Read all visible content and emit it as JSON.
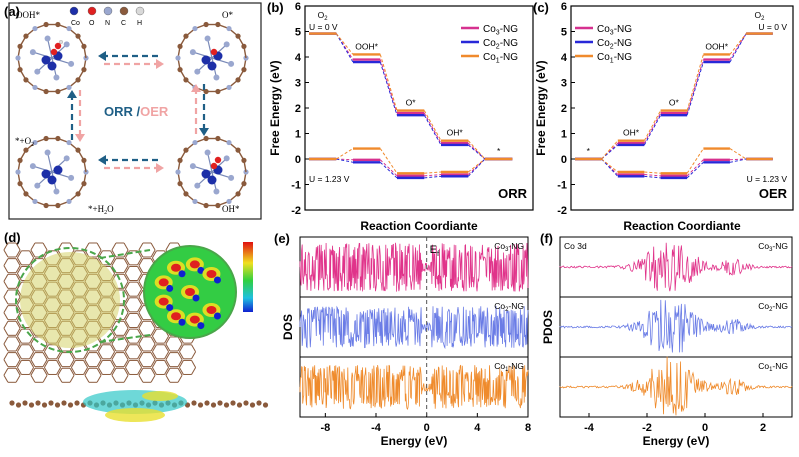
{
  "panel_labels": {
    "a": "(a)",
    "b": "(b)",
    "c": "(c)",
    "d": "(d)",
    "e": "(e)",
    "f": "(f)"
  },
  "scheme": {
    "legend": [
      {
        "symbol": "Co",
        "color": "#1d2fa8"
      },
      {
        "symbol": "O",
        "color": "#e02020"
      },
      {
        "symbol": "N",
        "color": "#9aa7cf"
      },
      {
        "symbol": "C",
        "color": "#8a5a3c"
      },
      {
        "symbol": "H",
        "color": "#d9d9d9"
      }
    ],
    "species_top_left": "OOH*",
    "species_top_right": "O*",
    "species_bottom_left_1": "*+O",
    "species_bottom_left_1_sub": "2",
    "species_bottom_left_2": "*+H",
    "species_bottom_left_2_sub": "2",
    "species_bottom_left_2_tail": "O",
    "species_bottom_right": "OH*",
    "center_orr": "ORR",
    "center_sep": " /",
    "center_oer": "OER",
    "colors": {
      "orr": "#1f5f86",
      "oer": "#f0a4a4",
      "frame": "#222222"
    }
  },
  "charts": [
    {
      "id": "b",
      "chart_data": {
        "type": "line",
        "subtype": "free-energy-step",
        "xlabel": "Reaction Coordiante",
        "ylabel": "Free Energy (eV)",
        "ylim": [
          -2,
          6
        ],
        "yticks": [
          -2,
          -1,
          0,
          1,
          2,
          3,
          4,
          5,
          6
        ],
        "corner_label": "ORR",
        "top_potential": "U = 0 V",
        "bottom_potential": "U = 1.23 V",
        "step_labels": [
          {
            "text": "O",
            "sub": "2"
          },
          {
            "text": "OOH*"
          },
          {
            "text": "O*"
          },
          {
            "text": "OH*"
          },
          {
            "text": "*"
          }
        ],
        "legend": [
          "Co3-NG",
          "Co2-NG",
          "Co1-NG"
        ],
        "legend_rich": [
          [
            "Co",
            "3",
            "-NG"
          ],
          [
            "Co",
            "2",
            "-NG"
          ],
          [
            "Co",
            "1",
            "-NG"
          ]
        ],
        "series_colors": [
          "#d6318f",
          "#2828d8",
          "#f08a2c"
        ],
        "series": [
          {
            "name": "Co3-NG",
            "u0": [
              4.92,
              3.9,
              1.8,
              0.62,
              0
            ],
            "u123": [
              0,
              -0.03,
              -0.66,
              -0.61,
              0
            ]
          },
          {
            "name": "Co2-NG",
            "u0": [
              4.92,
              3.8,
              1.72,
              0.55,
              0
            ],
            "u123": [
              0,
              -0.13,
              -0.74,
              -0.68,
              0
            ]
          },
          {
            "name": "Co1-NG",
            "u0": [
              4.92,
              4.1,
              1.9,
              0.72,
              0
            ],
            "u123": [
              0,
              0.41,
              -0.56,
              -0.51,
              0
            ]
          }
        ]
      }
    },
    {
      "id": "c",
      "chart_data": {
        "type": "line",
        "subtype": "free-energy-step",
        "xlabel": "Reaction Coordiante",
        "ylabel": "Free Energy (eV)",
        "ylim": [
          -2,
          6
        ],
        "yticks": [
          -2,
          -1,
          0,
          1,
          2,
          3,
          4,
          5,
          6
        ],
        "corner_label": "OER",
        "top_potential": "U = 0 V",
        "bottom_potential": "U = 1.23 V",
        "step_labels": [
          {
            "text": "*"
          },
          {
            "text": "OH*"
          },
          {
            "text": "O*"
          },
          {
            "text": "OOH*"
          },
          {
            "text": "O",
            "sub": "2"
          }
        ],
        "legend": [
          "Co3-NG",
          "Co2-NG",
          "Co1-NG"
        ],
        "legend_rich": [
          [
            "Co",
            "3",
            "-NG"
          ],
          [
            "Co",
            "2",
            "-NG"
          ],
          [
            "Co",
            "1",
            "-NG"
          ]
        ],
        "series_colors": [
          "#d6318f",
          "#2828d8",
          "#f08a2c"
        ],
        "series": [
          {
            "name": "Co3-NG",
            "u0": [
              0,
              0.62,
              1.8,
              3.9,
              4.92
            ],
            "u123": [
              0,
              -0.61,
              -0.66,
              -0.03,
              0
            ]
          },
          {
            "name": "Co2-NG",
            "u0": [
              0,
              0.55,
              1.72,
              3.8,
              4.92
            ],
            "u123": [
              0,
              -0.68,
              -0.74,
              -0.13,
              0
            ]
          },
          {
            "name": "Co1-NG",
            "u0": [
              0,
              0.72,
              1.9,
              4.1,
              4.92
            ],
            "u123": [
              0,
              -0.51,
              -0.56,
              0.41,
              0
            ]
          }
        ]
      }
    },
    {
      "id": "e",
      "chart_data": {
        "type": "line",
        "subtype": "dos-stack",
        "xlabel": "Energy (eV)",
        "ylabel": "DOS",
        "xlim": [
          -10,
          8
        ],
        "xticks": [
          -8,
          -4,
          0,
          4,
          8
        ],
        "fermi_label": "E",
        "fermi_sub": "f",
        "panels": [
          {
            "label": [
              "Co",
              "3",
              "-NG"
            ],
            "color": "#e0338a",
            "amp": 1.0
          },
          {
            "label": [
              "Co",
              "2",
              "-NG"
            ],
            "color": "#6a7ce6",
            "amp": 0.85
          },
          {
            "label": [
              "Co",
              "1",
              "-NG"
            ],
            "color": "#ef8b2c",
            "amp": 0.9
          }
        ]
      }
    },
    {
      "id": "f",
      "chart_data": {
        "type": "line",
        "subtype": "pdos-stack",
        "xlabel": "Energy (eV)",
        "ylabel": "PDOS",
        "xlim": [
          -5,
          3
        ],
        "xticks": [
          -4,
          -2,
          0,
          2
        ],
        "orbital_label": "Co 3d",
        "panels": [
          {
            "label": [
              "Co",
              "3",
              "-NG"
            ],
            "color": "#e0338a"
          },
          {
            "label": [
              "Co",
              "2",
              "-NG"
            ],
            "color": "#6a7ce6"
          },
          {
            "label": [
              "Co",
              "1",
              "-NG"
            ],
            "color": "#ef8b2c"
          }
        ]
      }
    }
  ]
}
